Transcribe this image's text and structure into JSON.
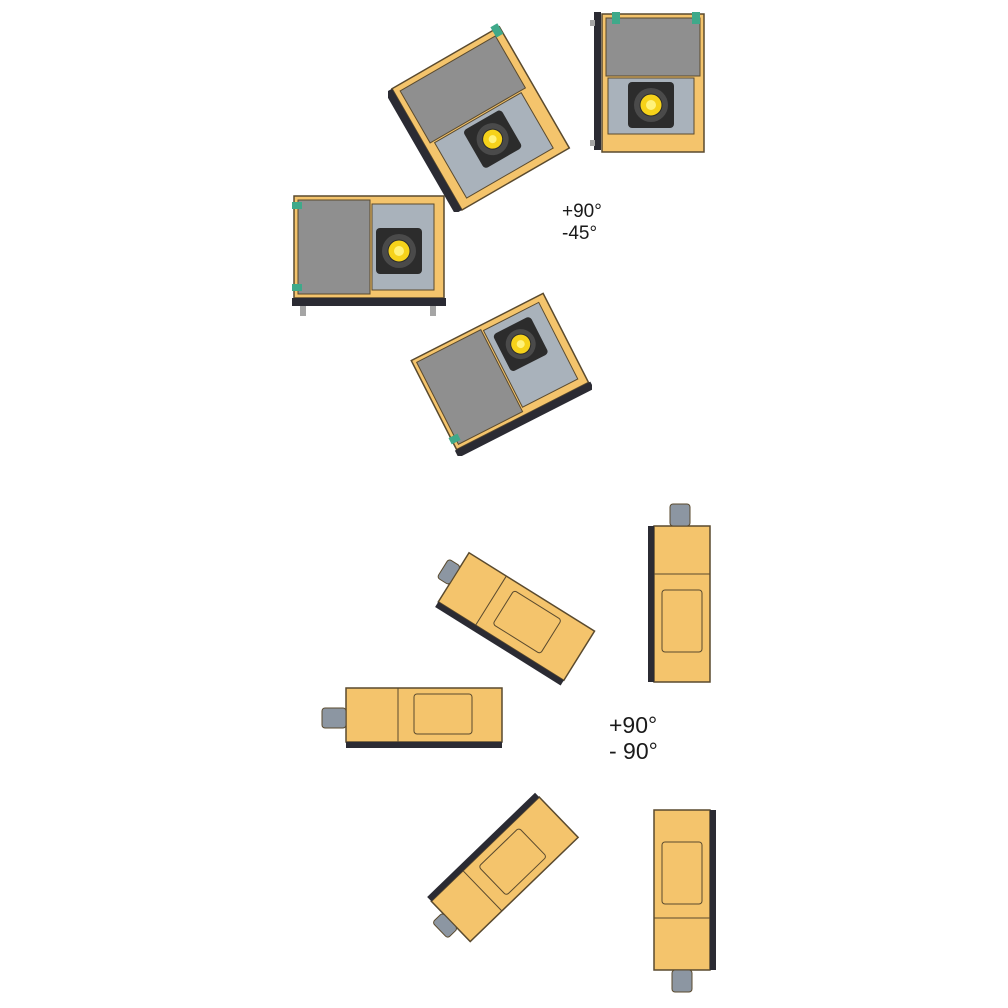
{
  "diagram": {
    "colors": {
      "housing": "#f4c46c",
      "outline": "#5a4a2e",
      "panel": "#8f8f8f",
      "panel_light": "#a9b2bb",
      "lens": "#f6d21a",
      "lens_ring": "#2c2c2c",
      "base": "#2b2b33",
      "foot": "#a5a5a5",
      "latch": "#3fa98a",
      "fan": "#8c96a2"
    },
    "groups": [
      {
        "name": "front-view-range",
        "view": "front",
        "label_lines": [
          "+90°",
          "-45°"
        ],
        "orientations_deg": [
          -90,
          -45,
          0,
          45
        ]
      },
      {
        "name": "side-view-range",
        "view": "side",
        "label_lines": [
          "+90°",
          "- 90°"
        ],
        "orientations_deg": [
          -90,
          -45,
          0,
          45,
          90
        ]
      }
    ]
  }
}
